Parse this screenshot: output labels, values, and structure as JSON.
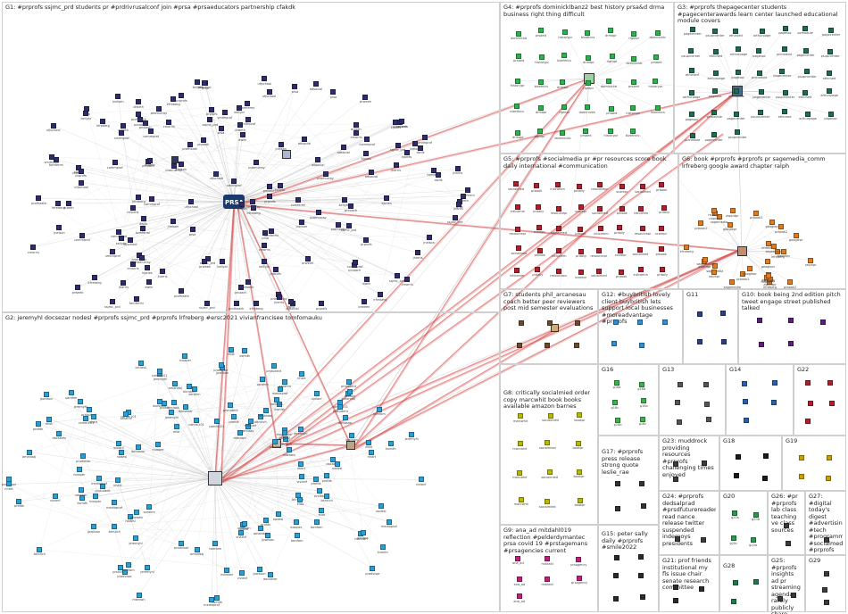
{
  "groups": [
    {
      "id": "G1",
      "label": "G1: #prprofs ssjmc_prd students pr #prdrivrusalconf join #prsa #prsaeducators partnership cfakdk",
      "color": "#2d2d6b"
    },
    {
      "id": "G2",
      "label": "G2: jeremyhl docsezar nodesl #prprofs ssjmc_prd #prprofs lrfreberg #ersc2021 vivianfrancisee tomfomauku",
      "color": "#2a9fd6"
    },
    {
      "id": "G3",
      "label": "G3: #prprofs thepagecenter students #pagecenterawards learn center launched educational module covers",
      "color": "#1f6b4f"
    },
    {
      "id": "G4",
      "label": "G4: #prprofs dominicklbanz2 best history prsa&d drma business right thing difficult",
      "color": "#2bb34a"
    },
    {
      "id": "G5",
      "label": "G5: #prprofs #socialmedia pr #pr resources score book daily international #communication",
      "color": "#b0202a"
    },
    {
      "id": "G6",
      "label": "G6: book #prprofs #prprofs pr sagemedia_comm lrfreberg google award chapter ralph",
      "color": "#e07a1f"
    },
    {
      "id": "G7",
      "label": "G7: students phil_arcanesau coach better peer reviewers post mid semester evaluations",
      "color": "#6a4b2e"
    },
    {
      "id": "G8",
      "label": "G8: critically socialmied order copy marcwhit book books available amazon barnes",
      "color": "#b8b800"
    },
    {
      "id": "G9",
      "label": "G9: ana_ad mitdahl019 reflection #pelderdymantec prsa covid 19 #prstagemans #prsagencies current",
      "color": "#c0207a"
    },
    {
      "id": "G10",
      "label": "G10: book being 2nd edition pitch tweet engage street published talked",
      "color": "#5a1f7a"
    },
    {
      "id": "G11",
      "label": "G11",
      "color": "#2a3f8a"
    },
    {
      "id": "G12",
      "label": "G12: #buybritish lovely client buybritish lets support local businesses #moreadvantage #prprofs",
      "color": "#2a8fd6"
    },
    {
      "id": "G13",
      "label": "G13",
      "color": "#555555"
    },
    {
      "id": "G14",
      "label": "G14",
      "color": "#2a5fb0"
    },
    {
      "id": "G15",
      "label": "G15: peter sally daily #prprofs #smile2022",
      "color": "#2a2a2a"
    },
    {
      "id": "G16",
      "label": "G16",
      "color": "#3bb34a"
    },
    {
      "id": "G17",
      "label": "G17: #prprofs press release strong quote leslie_rae",
      "color": "#333333"
    },
    {
      "id": "G18",
      "label": "G18",
      "color": "#1a1a1a"
    },
    {
      "id": "G19",
      "label": "G19",
      "color": "#c8a000"
    },
    {
      "id": "G20",
      "label": "G20",
      "color": "#2a9a4a"
    },
    {
      "id": "G21",
      "label": "G21: prof friends institutional my fls issue chair senate research committee",
      "color": "#2a2a2a"
    },
    {
      "id": "G22",
      "label": "G22",
      "color": "#b0202a"
    },
    {
      "id": "G23",
      "label": "G23: muddrock providing resources #prprofs challenging times enjoyed",
      "color": "#3a3a3a"
    },
    {
      "id": "G24",
      "label": "G24: #prprofs dedsalprad #prsdfuturereaders read nance release twitter suspended indemoys presidents",
      "color": "#3a3a3a"
    },
    {
      "id": "G25",
      "label": "G25: #prprofs insights ad pr streaming agendas rarely publicly share codes",
      "color": "#3a3a3a"
    },
    {
      "id": "G26",
      "label": "G26: #pr #prprofs lab class teaching ve class sources",
      "color": "#3a3a3a"
    },
    {
      "id": "G27",
      "label": "G27: #digital today's digest #advertising #tech #programmatic #socialmedia #prprofs",
      "color": "#3a3a3a"
    },
    {
      "id": "G28",
      "label": "G28",
      "color": "#1f7a4a"
    },
    {
      "id": "G29",
      "label": "G29",
      "color": "#3a3a3a"
    }
  ],
  "hubs": {
    "prsa_logo": "PRSA"
  },
  "node_labels": {
    "G1": [
      "prsa",
      "ssjmc_prd",
      "prprofs",
      "tomfermi",
      "kellybr",
      "pramurray",
      "jnelson",
      "lrfreberg",
      "ufjschool",
      "cmorris",
      "dwilk",
      "prcoach",
      "kjones",
      "drbeth",
      "smithprof",
      "profheath",
      "adsocial",
      "prweek",
      "commprof",
      "jharris"
    ],
    "G2": [
      "jeremyhl",
      "docsezar",
      "nodesl",
      "vivianf",
      "tomfom",
      "prstudent",
      "bkrutch",
      "mbrown",
      "profdk",
      "sarahm",
      "prclass",
      "jpwilson",
      "ksmith",
      "amandaj",
      "rcooper",
      "mediaprof",
      "comm101",
      "pradvisor",
      "nhart",
      "eliot"
    ],
    "G3": [
      "pagecenter",
      "psuprcenter",
      "ethicsed",
      "arthurpage",
      "pagesoc",
      "pcmodule"
    ],
    "G4": [
      "dominickb",
      "prsaed",
      "historypr",
      "bizethics",
      "drmapr",
      "rightpr"
    ],
    "G5": [
      "socialmed",
      "prbook",
      "intlcomm",
      "prdaily",
      "resourcepr",
      "scorepr"
    ],
    "G6": [
      "sagemedia",
      "lrfreberg",
      "prbook2",
      "ralphpr",
      "googlepr",
      "awardpr"
    ],
    "G8": [
      "marcwhit",
      "socialmied",
      "bookpr"
    ],
    "G9": [
      "ana_ad",
      "mitdahl",
      "prsagency"
    ],
    "G16": [
      "g16a",
      "g16b",
      "g16c"
    ],
    "G20": [
      "g20a",
      "g20b",
      "g20c"
    ]
  }
}
